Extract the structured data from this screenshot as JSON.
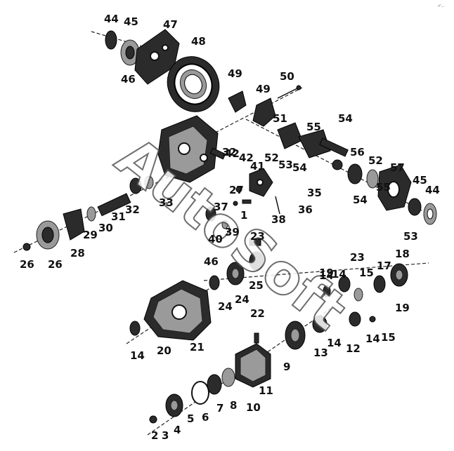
{
  "watermark": "AutoSoft",
  "corner_mark": "r'...",
  "callouts": [
    "44",
    "45",
    "47",
    "48",
    "46",
    "49",
    "49",
    "50",
    "51",
    "55",
    "54",
    "32",
    "42",
    "42",
    "52",
    "53",
    "54",
    "56",
    "52",
    "57",
    "45",
    "44",
    "41",
    "33",
    "31",
    "32",
    "30",
    "29",
    "28",
    "26",
    "26",
    "27",
    "1",
    "38",
    "39",
    "40",
    "37",
    "36",
    "35",
    "54",
    "55",
    "53",
    "46",
    "24",
    "23",
    "24",
    "25",
    "23",
    "14",
    "15",
    "17",
    "18",
    "19",
    "19",
    "14",
    "14",
    "13",
    "12",
    "14",
    "15",
    "14",
    "20",
    "21",
    "22",
    "9",
    "11",
    "10",
    "8",
    "7",
    "6",
    "5",
    "4",
    "3",
    "2",
    "1"
  ]
}
